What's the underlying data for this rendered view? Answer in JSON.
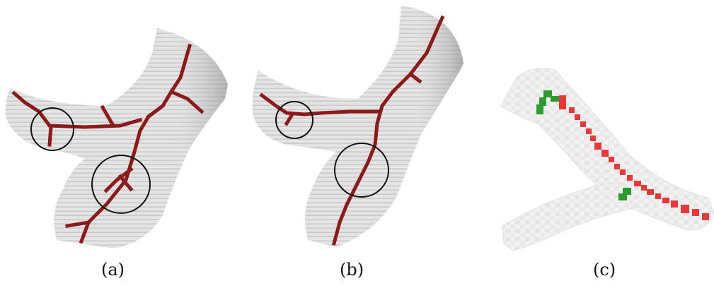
{
  "figure": {
    "panels": [
      {
        "id": "a",
        "label": "(a)"
      },
      {
        "id": "b",
        "label": "(b)"
      },
      {
        "id": "c",
        "label": "(c)"
      }
    ]
  },
  "colors": {
    "background": "#ffffff",
    "vessel_voxel": "#e2e2e2",
    "vessel_shadow": "#a9a9a9",
    "skeleton_dark_red": "#8b1a1a",
    "skeleton_red": "#e8383a",
    "spur_green": "#2f9a2f",
    "circle": "#111111"
  }
}
